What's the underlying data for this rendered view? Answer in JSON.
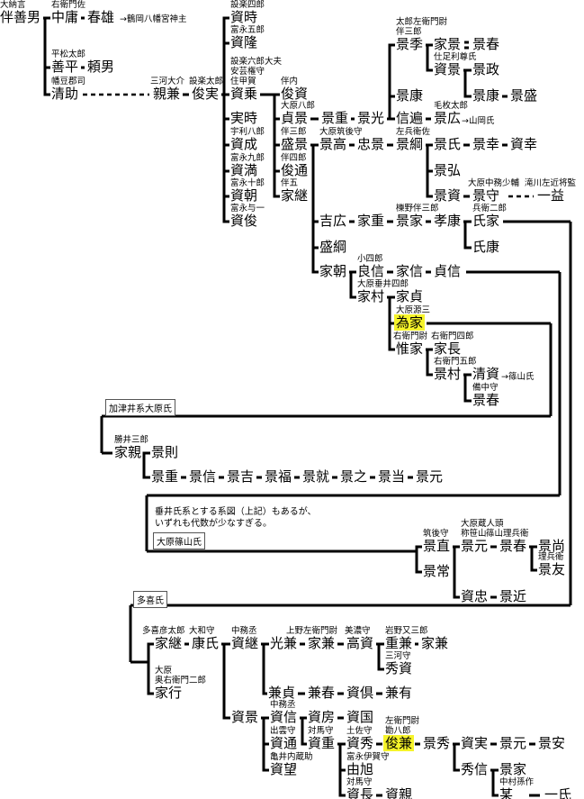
{
  "nodes": {
    "a1": {
      "name": "伴善男",
      "title": "大納言"
    },
    "a2": {
      "name": "中庸",
      "title": "右衛門佐"
    },
    "a3": {
      "name": "春雄"
    },
    "a4": {
      "name": "善平",
      "title": "平松太郎"
    },
    "a5": {
      "name": "頼男"
    },
    "a6": {
      "name": "清助",
      "title": "幡豆郡司"
    },
    "a7": {
      "name": "親兼",
      "title": "三河大介"
    },
    "a8": {
      "name": "俊実",
      "title": "設楽太郎"
    },
    "b1": {
      "name": "資時",
      "title": "設楽四郎"
    },
    "b2": {
      "name": "資隆",
      "title": "富永五郎"
    },
    "b3": {
      "name": "資乗",
      "title": "設楽六郎大夫\n安芸権守\n住甲賀"
    },
    "b4": {
      "name": "実時"
    },
    "b5": {
      "name": "資成",
      "title": "宇利八郎"
    },
    "b6": {
      "name": "資満",
      "title": "富永九郎"
    },
    "b7": {
      "name": "資朝",
      "title": "富永十郎"
    },
    "b8": {
      "name": "資俊",
      "title": "富永与一"
    },
    "c1": {
      "name": "俊資",
      "title": "伴内"
    },
    "c2": {
      "name": "貞景",
      "title": "大原八郎"
    },
    "c3": {
      "name": "盛景",
      "title": "伴三郎"
    },
    "c4": {
      "name": "俊通",
      "title": "伴四郎"
    },
    "c5": {
      "name": "家継",
      "title": "伴五"
    },
    "d1": {
      "name": "景重"
    },
    "d2": {
      "name": "景光"
    },
    "d3": {
      "name": "景季",
      "title": "太郎左衛門尉\n伴三郎"
    },
    "d4": {
      "name": "景康"
    },
    "d5": {
      "name": "信遍"
    },
    "d6": {
      "name": "家景"
    },
    "d7": {
      "name": "景春"
    },
    "d8": {
      "name": "資景",
      "title": "仕足利尊氏"
    },
    "d9": {
      "name": "景政"
    },
    "d10": {
      "name": "景康"
    },
    "d11": {
      "name": "景盛"
    },
    "d12": {
      "name": "景広",
      "title": "毛枚太郎"
    },
    "e1": {
      "name": "景高",
      "title": "大原筑後守"
    },
    "e2": {
      "name": "忠景"
    },
    "e3": {
      "name": "景綱",
      "title": "左兵衛佐"
    },
    "e4": {
      "name": "景氏"
    },
    "e5": {
      "name": "景幸"
    },
    "e6": {
      "name": "資幸"
    },
    "e7": {
      "name": "景弘"
    },
    "e8": {
      "name": "景資"
    },
    "e9": {
      "name": "景守",
      "title": "大原中務少輔"
    },
    "e10": {
      "name": "一益",
      "title": "滝川左近将監"
    },
    "f1": {
      "name": "吉広"
    },
    "f2": {
      "name": "家重"
    },
    "f3": {
      "name": "景家",
      "title": "櫟野伴三郎"
    },
    "f4": {
      "name": "孝康"
    },
    "f5": {
      "name": "氏家",
      "title": "兵衛二郎"
    },
    "f6": {
      "name": "氏康"
    },
    "f7": {
      "name": "盛綱"
    },
    "g1": {
      "name": "家朝"
    },
    "g2": {
      "name": "良信",
      "title": "小四郎"
    },
    "g3": {
      "name": "家信"
    },
    "g4": {
      "name": "貞信"
    },
    "g5": {
      "name": "家村",
      "title": "大原垂井四郎"
    },
    "g6": {
      "name": "家貞"
    },
    "g7": {
      "name": "為家",
      "title": "大原源三"
    },
    "g8": {
      "name": "惟家",
      "title": "右衛門尉"
    },
    "g9": {
      "name": "家長",
      "title": "右衛門四郎"
    },
    "g10": {
      "name": "景村",
      "title": "右衛門五郎"
    },
    "g11": {
      "name": "清資"
    },
    "g12": {
      "name": "景春",
      "title": "備中守"
    },
    "h1": {
      "name": "家親",
      "title": "勝井三郎"
    },
    "h2": {
      "name": "景則"
    },
    "h3": {
      "name": "景重"
    },
    "h4": {
      "name": "景信"
    },
    "h5": {
      "name": "景吉"
    },
    "h6": {
      "name": "景福"
    },
    "h7": {
      "name": "景就"
    },
    "h8": {
      "name": "景之"
    },
    "h9": {
      "name": "景当"
    },
    "h10": {
      "name": "景元"
    },
    "i1": {
      "name": "景直",
      "title": "筑後守"
    },
    "i2": {
      "name": "景常"
    },
    "i3": {
      "name": "景元",
      "title": "大原蔵人頭\n称笹山"
    },
    "i4": {
      "name": "景春",
      "title": "篠山理兵衛"
    },
    "i5": {
      "name": "景尚"
    },
    "i6": {
      "name": "景友",
      "title": "理兵衛"
    },
    "i7": {
      "name": "資忠"
    },
    "i8": {
      "name": "景近"
    },
    "j1": {
      "name": "家継",
      "title": "多喜彦太郎"
    },
    "j2": {
      "name": "康氏",
      "title": "大和守"
    },
    "j3": {
      "name": "資継",
      "title": "中務丞"
    },
    "j4": {
      "name": "光兼"
    },
    "j5": {
      "name": "家兼",
      "title": "上野左衛門尉"
    },
    "j6": {
      "name": "高資",
      "title": "美濃守"
    },
    "j7": {
      "name": "重兼",
      "title": "岩野又三郎"
    },
    "j8": {
      "name": "家兼"
    },
    "j9": {
      "name": "秀資",
      "title": "三河守"
    },
    "j10": {
      "name": "家行",
      "title": "大原\n奥右衛門二郎"
    },
    "j11": {
      "name": "兼貞"
    },
    "j12": {
      "name": "兼春"
    },
    "j13": {
      "name": "資倶"
    },
    "j14": {
      "name": "兼有"
    },
    "k1": {
      "name": "資景"
    },
    "k2": {
      "name": "資信",
      "title": "中務丞"
    },
    "k3": {
      "name": "資通",
      "title": "出雲守"
    },
    "k4": {
      "name": "資望",
      "title": "亀井内蔵助"
    },
    "k5": {
      "name": "資房"
    },
    "k6": {
      "name": "資国"
    },
    "k7": {
      "name": "資重",
      "title": "対馬守"
    },
    "k8": {
      "name": "資秀",
      "title": "土佐守"
    },
    "k9": {
      "name": "俊兼",
      "title": "左衛門尉\n勘八郎"
    },
    "k10": {
      "name": "景秀"
    },
    "k11": {
      "name": "資実"
    },
    "k12": {
      "name": "景元"
    },
    "k13": {
      "name": "景安"
    },
    "k14": {
      "name": "秀信"
    },
    "k15": {
      "name": "景家"
    },
    "k16": {
      "name": "某",
      "title": "中村孫作"
    },
    "k17": {
      "name": "一氏"
    },
    "k18": {
      "name": "由旭",
      "title": "富永伊賀守"
    },
    "k19": {
      "name": "資長",
      "title": "対馬守"
    },
    "k20": {
      "name": "資親"
    }
  },
  "notes": {
    "tsurugaoka": "→鶴岡八幡宮神主",
    "yamaoka": "→山岡氏",
    "sasayama": "→篠山氏"
  },
  "sections": {
    "kazui": "加津井系大原氏",
    "sasayama": "大原篠山氏",
    "taki": "多喜氏"
  },
  "comment": {
    "line1": "垂井氏系とする系図（上記）もあるが、",
    "line2": "いずれも代数が少なすぎる。"
  },
  "colors": {
    "highlight": "#f6f42a",
    "line": "#000000"
  }
}
